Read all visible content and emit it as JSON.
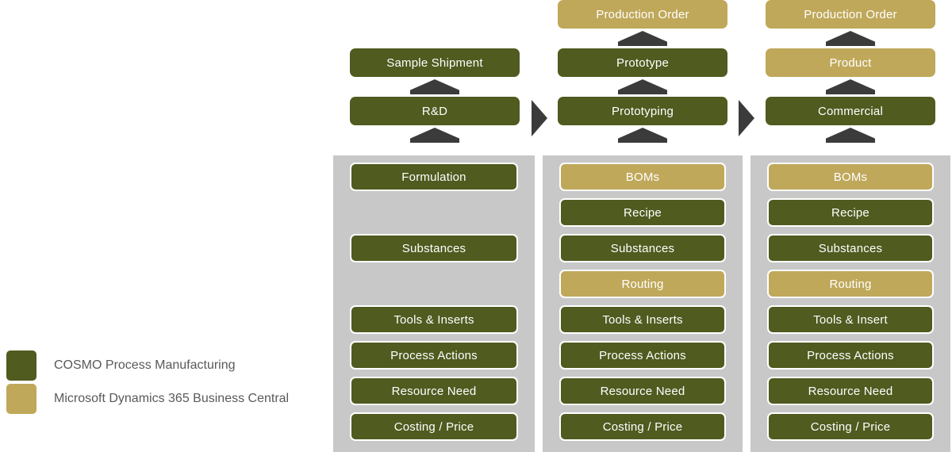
{
  "colors": {
    "cosmo_green": "#4F5B1F",
    "dynamics_gold": "#BFA85A",
    "panel_gray": "#C8C8C8",
    "arrow_dark": "#3B3B3B",
    "pill_text": "#FFFFFF",
    "legend_text": "#595959",
    "background": "#FFFFFF"
  },
  "diagram": {
    "type": "process-flow",
    "stage_count": 3,
    "stages": [
      {
        "id": "rnd",
        "header": [
          {
            "label": "",
            "color": "none",
            "visible": false
          },
          {
            "label": "Sample Shipment",
            "color": "green",
            "visible": true
          },
          {
            "label": "R&D",
            "color": "green",
            "visible": true
          }
        ],
        "items": [
          {
            "label": "Formulation",
            "color": "green",
            "visible": true
          },
          {
            "label": "",
            "color": "none",
            "visible": false
          },
          {
            "label": "Substances",
            "color": "green",
            "visible": true
          },
          {
            "label": "",
            "color": "none",
            "visible": false
          },
          {
            "label": "Tools & Inserts",
            "color": "green",
            "visible": true
          },
          {
            "label": "Process Actions",
            "color": "green",
            "visible": true
          },
          {
            "label": "Resource Need",
            "color": "green",
            "visible": true
          },
          {
            "label": "Costing / Price",
            "color": "green",
            "visible": true
          }
        ]
      },
      {
        "id": "prototyping",
        "header": [
          {
            "label": "Production Order",
            "color": "gold",
            "visible": true
          },
          {
            "label": "Prototype",
            "color": "green",
            "visible": true
          },
          {
            "label": "Prototyping",
            "color": "green",
            "visible": true
          }
        ],
        "items": [
          {
            "label": "BOMs",
            "color": "gold",
            "visible": true
          },
          {
            "label": "Recipe",
            "color": "green",
            "visible": true
          },
          {
            "label": "Substances",
            "color": "green",
            "visible": true
          },
          {
            "label": "Routing",
            "color": "gold",
            "visible": true
          },
          {
            "label": "Tools & Inserts",
            "color": "green",
            "visible": true
          },
          {
            "label": "Process Actions",
            "color": "green",
            "visible": true
          },
          {
            "label": "Resource Need",
            "color": "green",
            "visible": true
          },
          {
            "label": "Costing / Price",
            "color": "green",
            "visible": true
          }
        ]
      },
      {
        "id": "commercial",
        "header": [
          {
            "label": "Production Order",
            "color": "gold",
            "visible": true
          },
          {
            "label": "Product",
            "color": "gold",
            "visible": true
          },
          {
            "label": "Commercial",
            "color": "green",
            "visible": true
          }
        ],
        "items": [
          {
            "label": "BOMs",
            "color": "gold",
            "visible": true
          },
          {
            "label": "Recipe",
            "color": "green",
            "visible": true
          },
          {
            "label": "Substances",
            "color": "green",
            "visible": true
          },
          {
            "label": "Routing",
            "color": "gold",
            "visible": true
          },
          {
            "label": "Tools & Insert",
            "color": "green",
            "visible": true
          },
          {
            "label": "Process Actions",
            "color": "green",
            "visible": true
          },
          {
            "label": "Resource Need",
            "color": "green",
            "visible": true
          },
          {
            "label": "Costing / Price",
            "color": "green",
            "visible": true
          }
        ]
      }
    ],
    "stage_connectors": [
      {
        "icon": "chevron-right-icon",
        "from": "rnd",
        "to": "prototyping"
      },
      {
        "icon": "chevron-right-icon",
        "from": "prototyping",
        "to": "commercial"
      }
    ]
  },
  "legend": {
    "items": [
      {
        "color": "green",
        "label": "COSMO Process Manufacturing"
      },
      {
        "color": "gold",
        "label": "Microsoft Dynamics 365 Business Central"
      }
    ]
  }
}
